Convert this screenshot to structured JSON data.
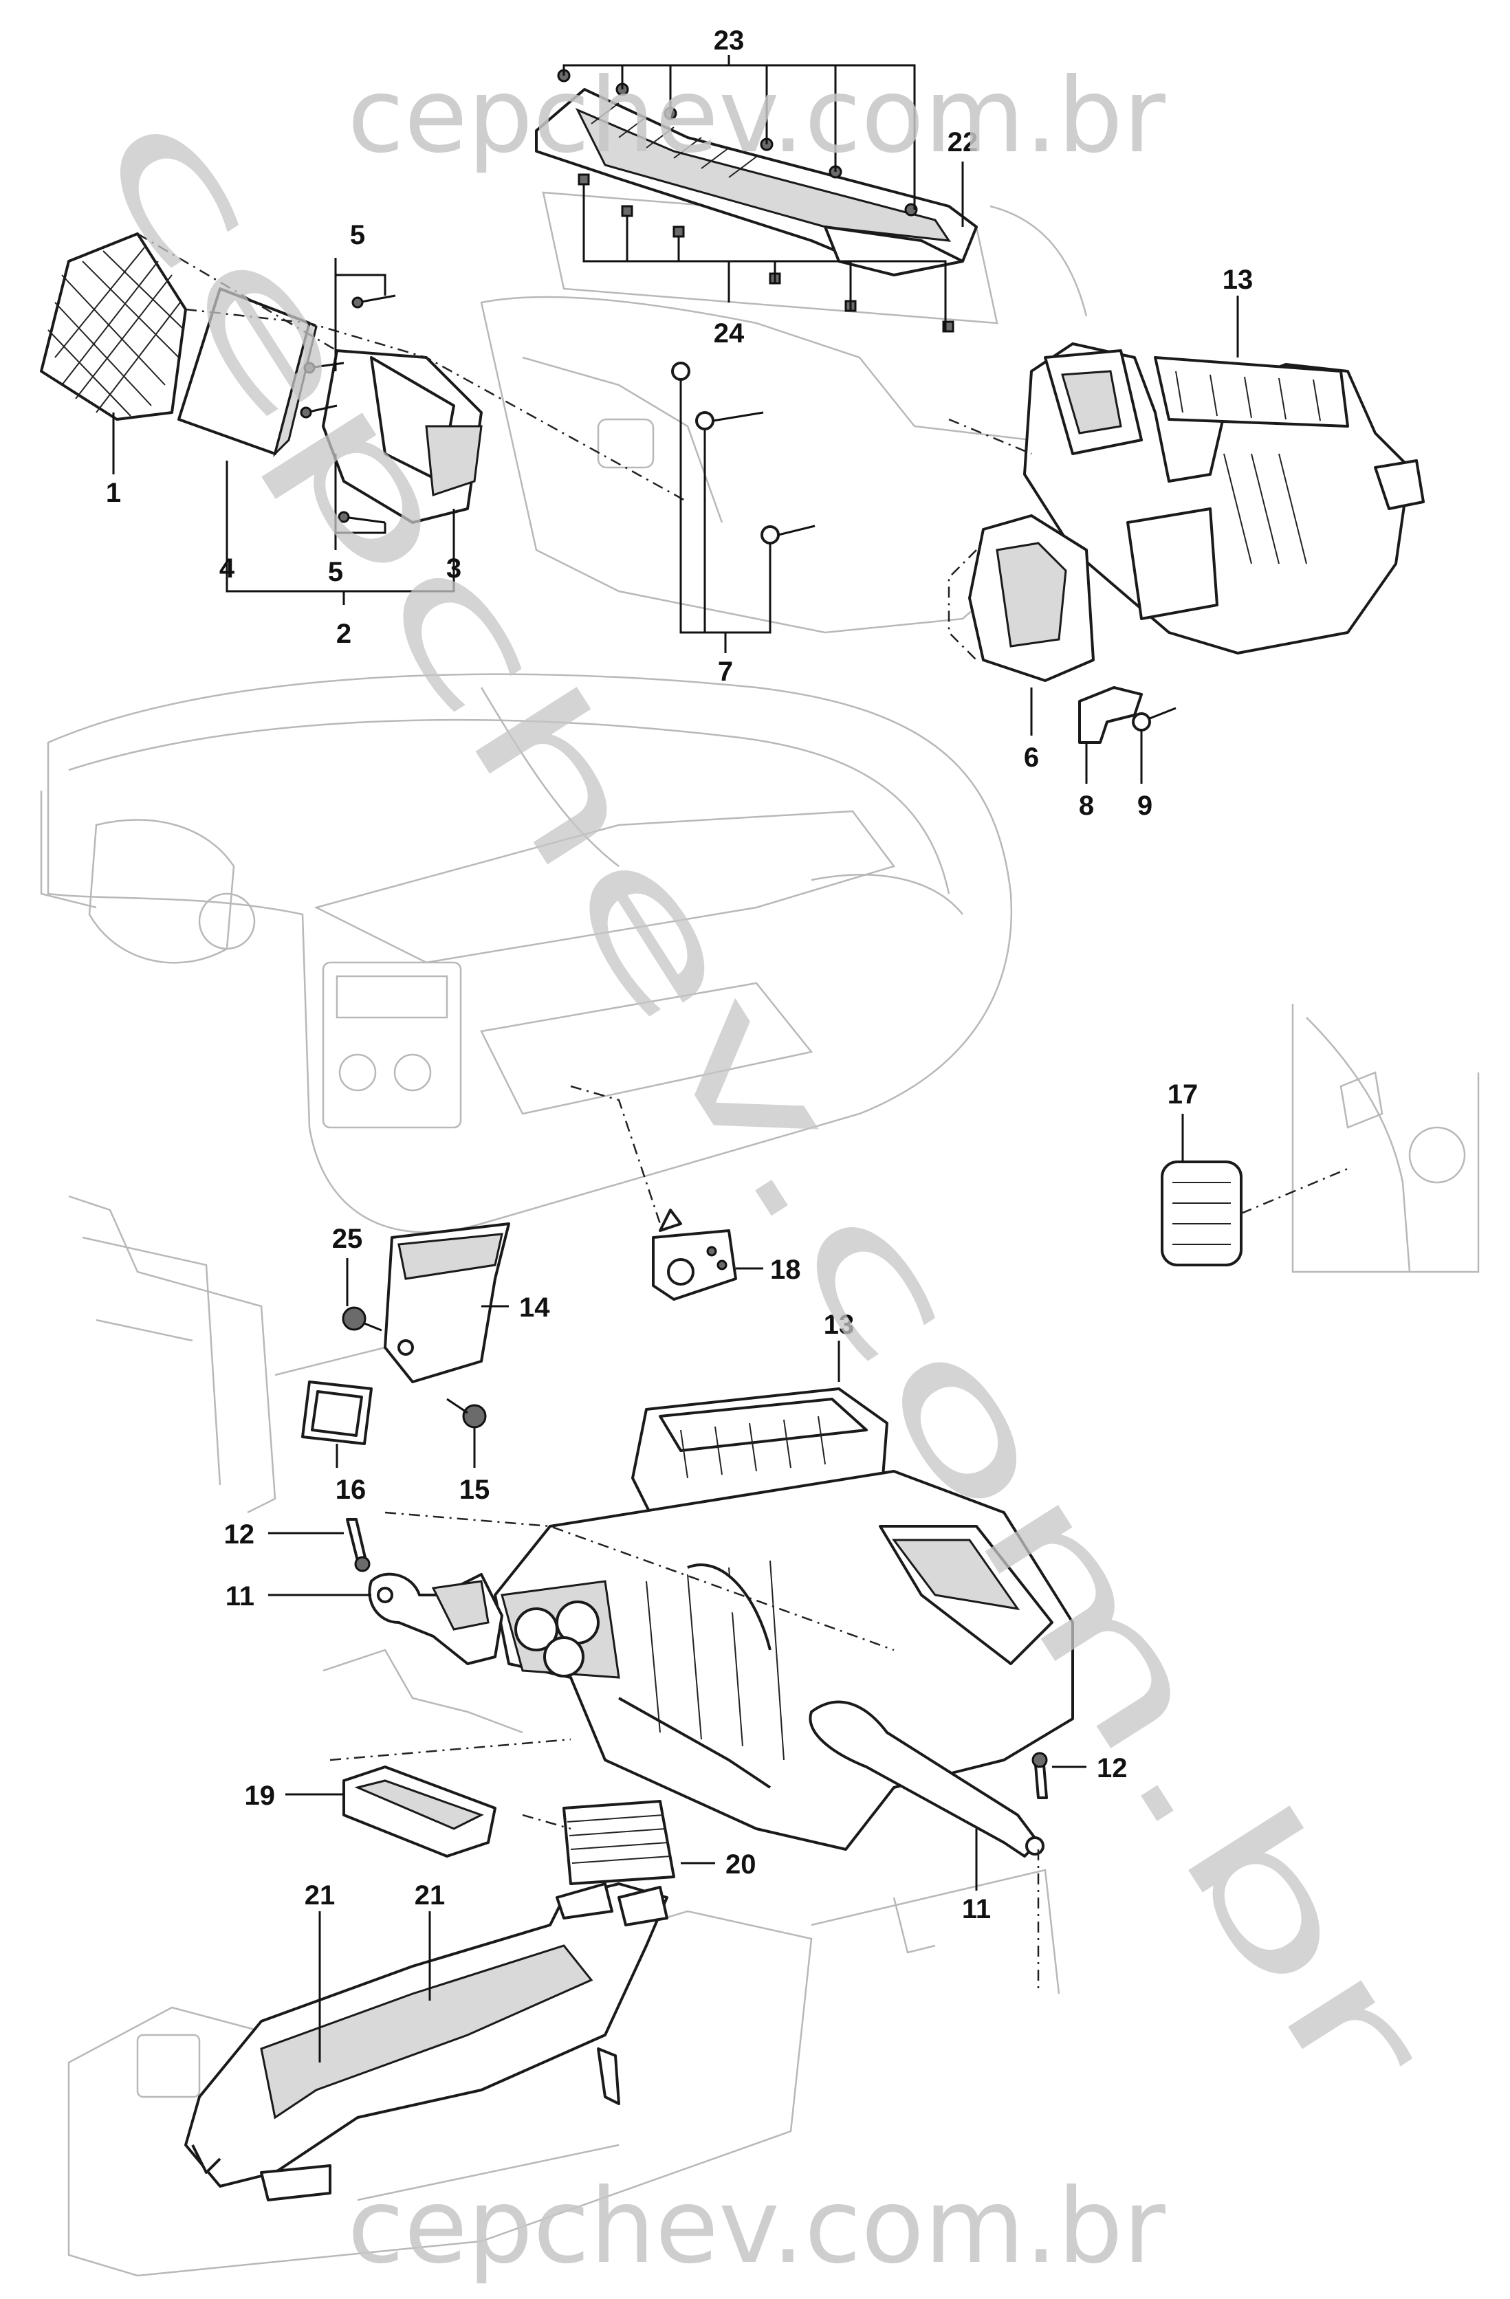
{
  "watermark": {
    "text": "cepchev.com.br",
    "color": "#c6c6c6"
  },
  "callouts": {
    "c1": "1",
    "c2": "2",
    "c3": "3",
    "c4": "4",
    "c5a": "5",
    "c5b": "5",
    "c6": "6",
    "c7": "7",
    "c8": "8",
    "c9": "9",
    "c11a": "11",
    "c11b": "11",
    "c12a": "12",
    "c12b": "12",
    "c13a": "13",
    "c13b": "13",
    "c14": "14",
    "c15": "15",
    "c16": "16",
    "c17": "17",
    "c18": "18",
    "c19": "19",
    "c20": "20",
    "c21a": "21",
    "c21b": "21",
    "c22": "22",
    "c23": "23",
    "c24": "24",
    "c25": "25"
  },
  "colors": {
    "line": "#1a1a1a",
    "ghost": "#b8b8b8",
    "shade": "#d9d9d9"
  }
}
